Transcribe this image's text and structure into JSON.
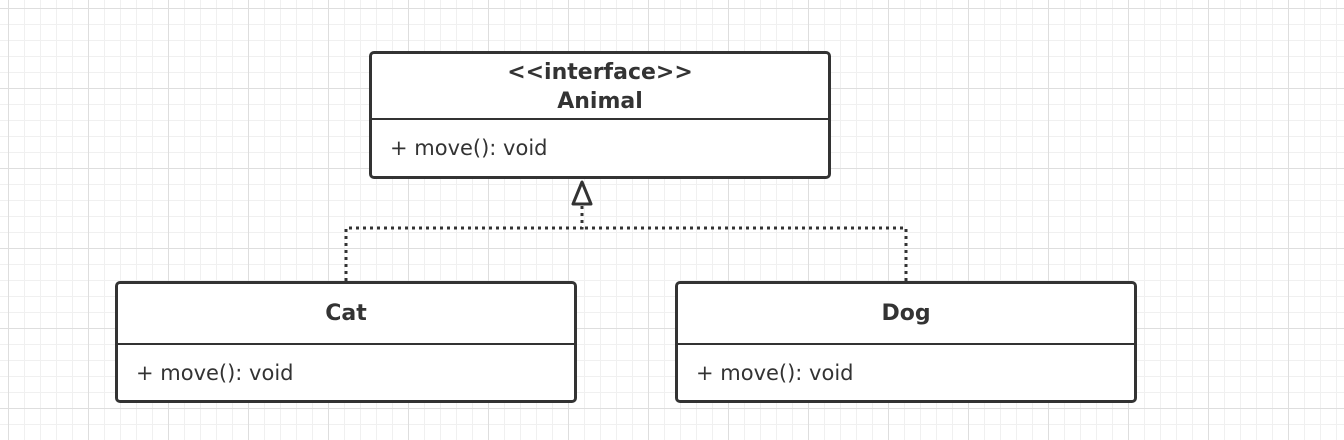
{
  "diagram": {
    "classes": {
      "animal": {
        "stereotype": "<<interface>>",
        "name": "Animal",
        "operations": [
          "+ move(): void"
        ]
      },
      "cat": {
        "name": "Cat",
        "operations": [
          "+ move(): void"
        ]
      },
      "dog": {
        "name": "Dog",
        "operations": [
          "+ move(): void"
        ]
      }
    },
    "relationships": [
      {
        "type": "realization",
        "from": "Cat",
        "to": "Animal"
      },
      {
        "type": "realization",
        "from": "Dog",
        "to": "Animal"
      }
    ],
    "colors": {
      "stroke": "#333333",
      "grid_major": "#dedede",
      "grid_minor": "#f0f0f0",
      "background": "#ffffff"
    }
  }
}
